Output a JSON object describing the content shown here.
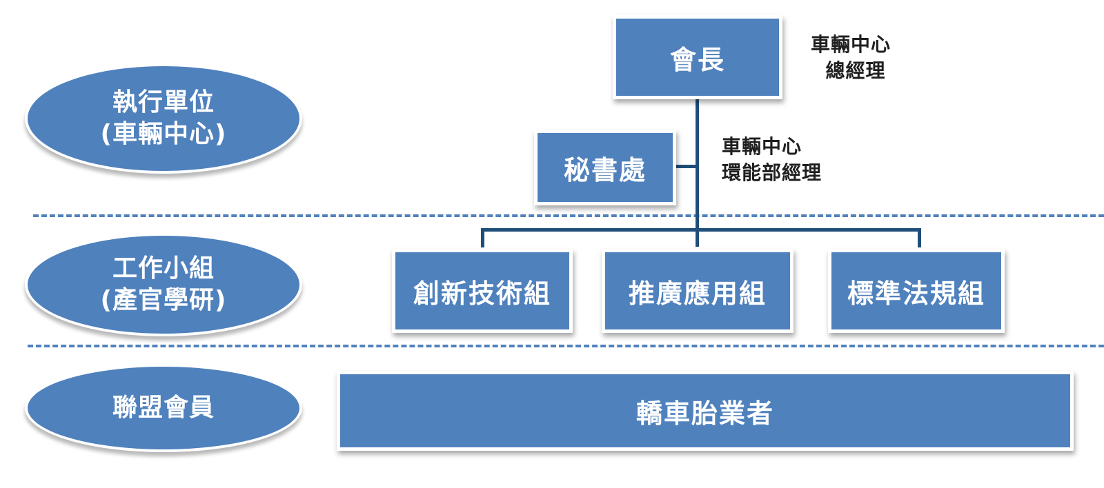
{
  "levels": {
    "executive": {
      "line1": "執行單位",
      "line2": "(車輛中心)"
    },
    "working": {
      "line1": "工作小組",
      "line2": "(產官學研)"
    },
    "members": {
      "line1": "聯盟會員"
    }
  },
  "org": {
    "president": "會長",
    "president_note": {
      "line1": "車輛中心",
      "line2": "總經理"
    },
    "secretariat": "秘書處",
    "secretariat_note": {
      "line1": "車輛中心",
      "line2": "環能部經理"
    },
    "groups": [
      "創新技術組",
      "推廣應用組",
      "標準法規組"
    ],
    "members_box": "轎車胎業者"
  },
  "colors": {
    "shape_fill": "#4f81bd",
    "connector": "#1f4e79",
    "dashed_separator": "#4f81bd"
  }
}
